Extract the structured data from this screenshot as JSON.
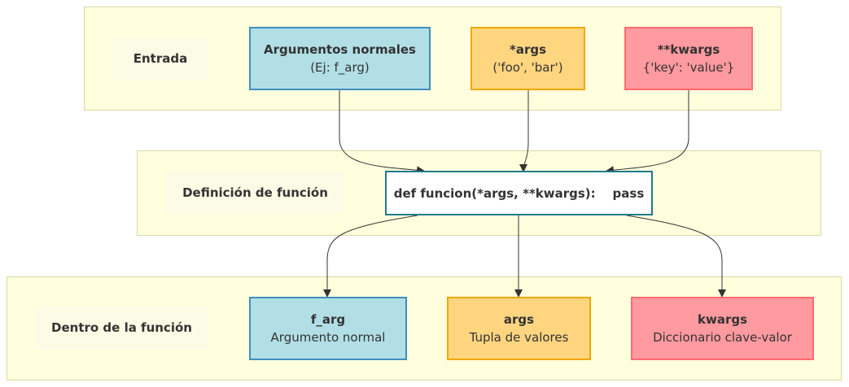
{
  "lanes": {
    "input": {
      "label": "Entrada"
    },
    "definition": {
      "label": "Definición de función"
    },
    "inside": {
      "label": "Dentro de la función"
    }
  },
  "nodes": {
    "normal_args": {
      "title": "Argumentos normales",
      "subtitle": "(Ej: f_arg)"
    },
    "star_args": {
      "title": "*args",
      "subtitle": "('foo', 'bar')"
    },
    "star_kwargs": {
      "title": "**kwargs",
      "subtitle": "{'key': 'value'}"
    },
    "func_def": {
      "text": "def funcion(*args, **kwargs):    pass"
    },
    "f_arg": {
      "title": "f_arg",
      "subtitle": "Argumento normal"
    },
    "args": {
      "title": "args",
      "subtitle": "Tupla de valores"
    },
    "kwargs": {
      "title": "kwargs",
      "subtitle": "Diccionario clave-valor"
    }
  },
  "colors": {
    "lane_fill": "#ffffde",
    "blue": "#b2dfe6",
    "yellow": "#ffd580",
    "red": "#ff9aa0",
    "edge": "#333333"
  }
}
